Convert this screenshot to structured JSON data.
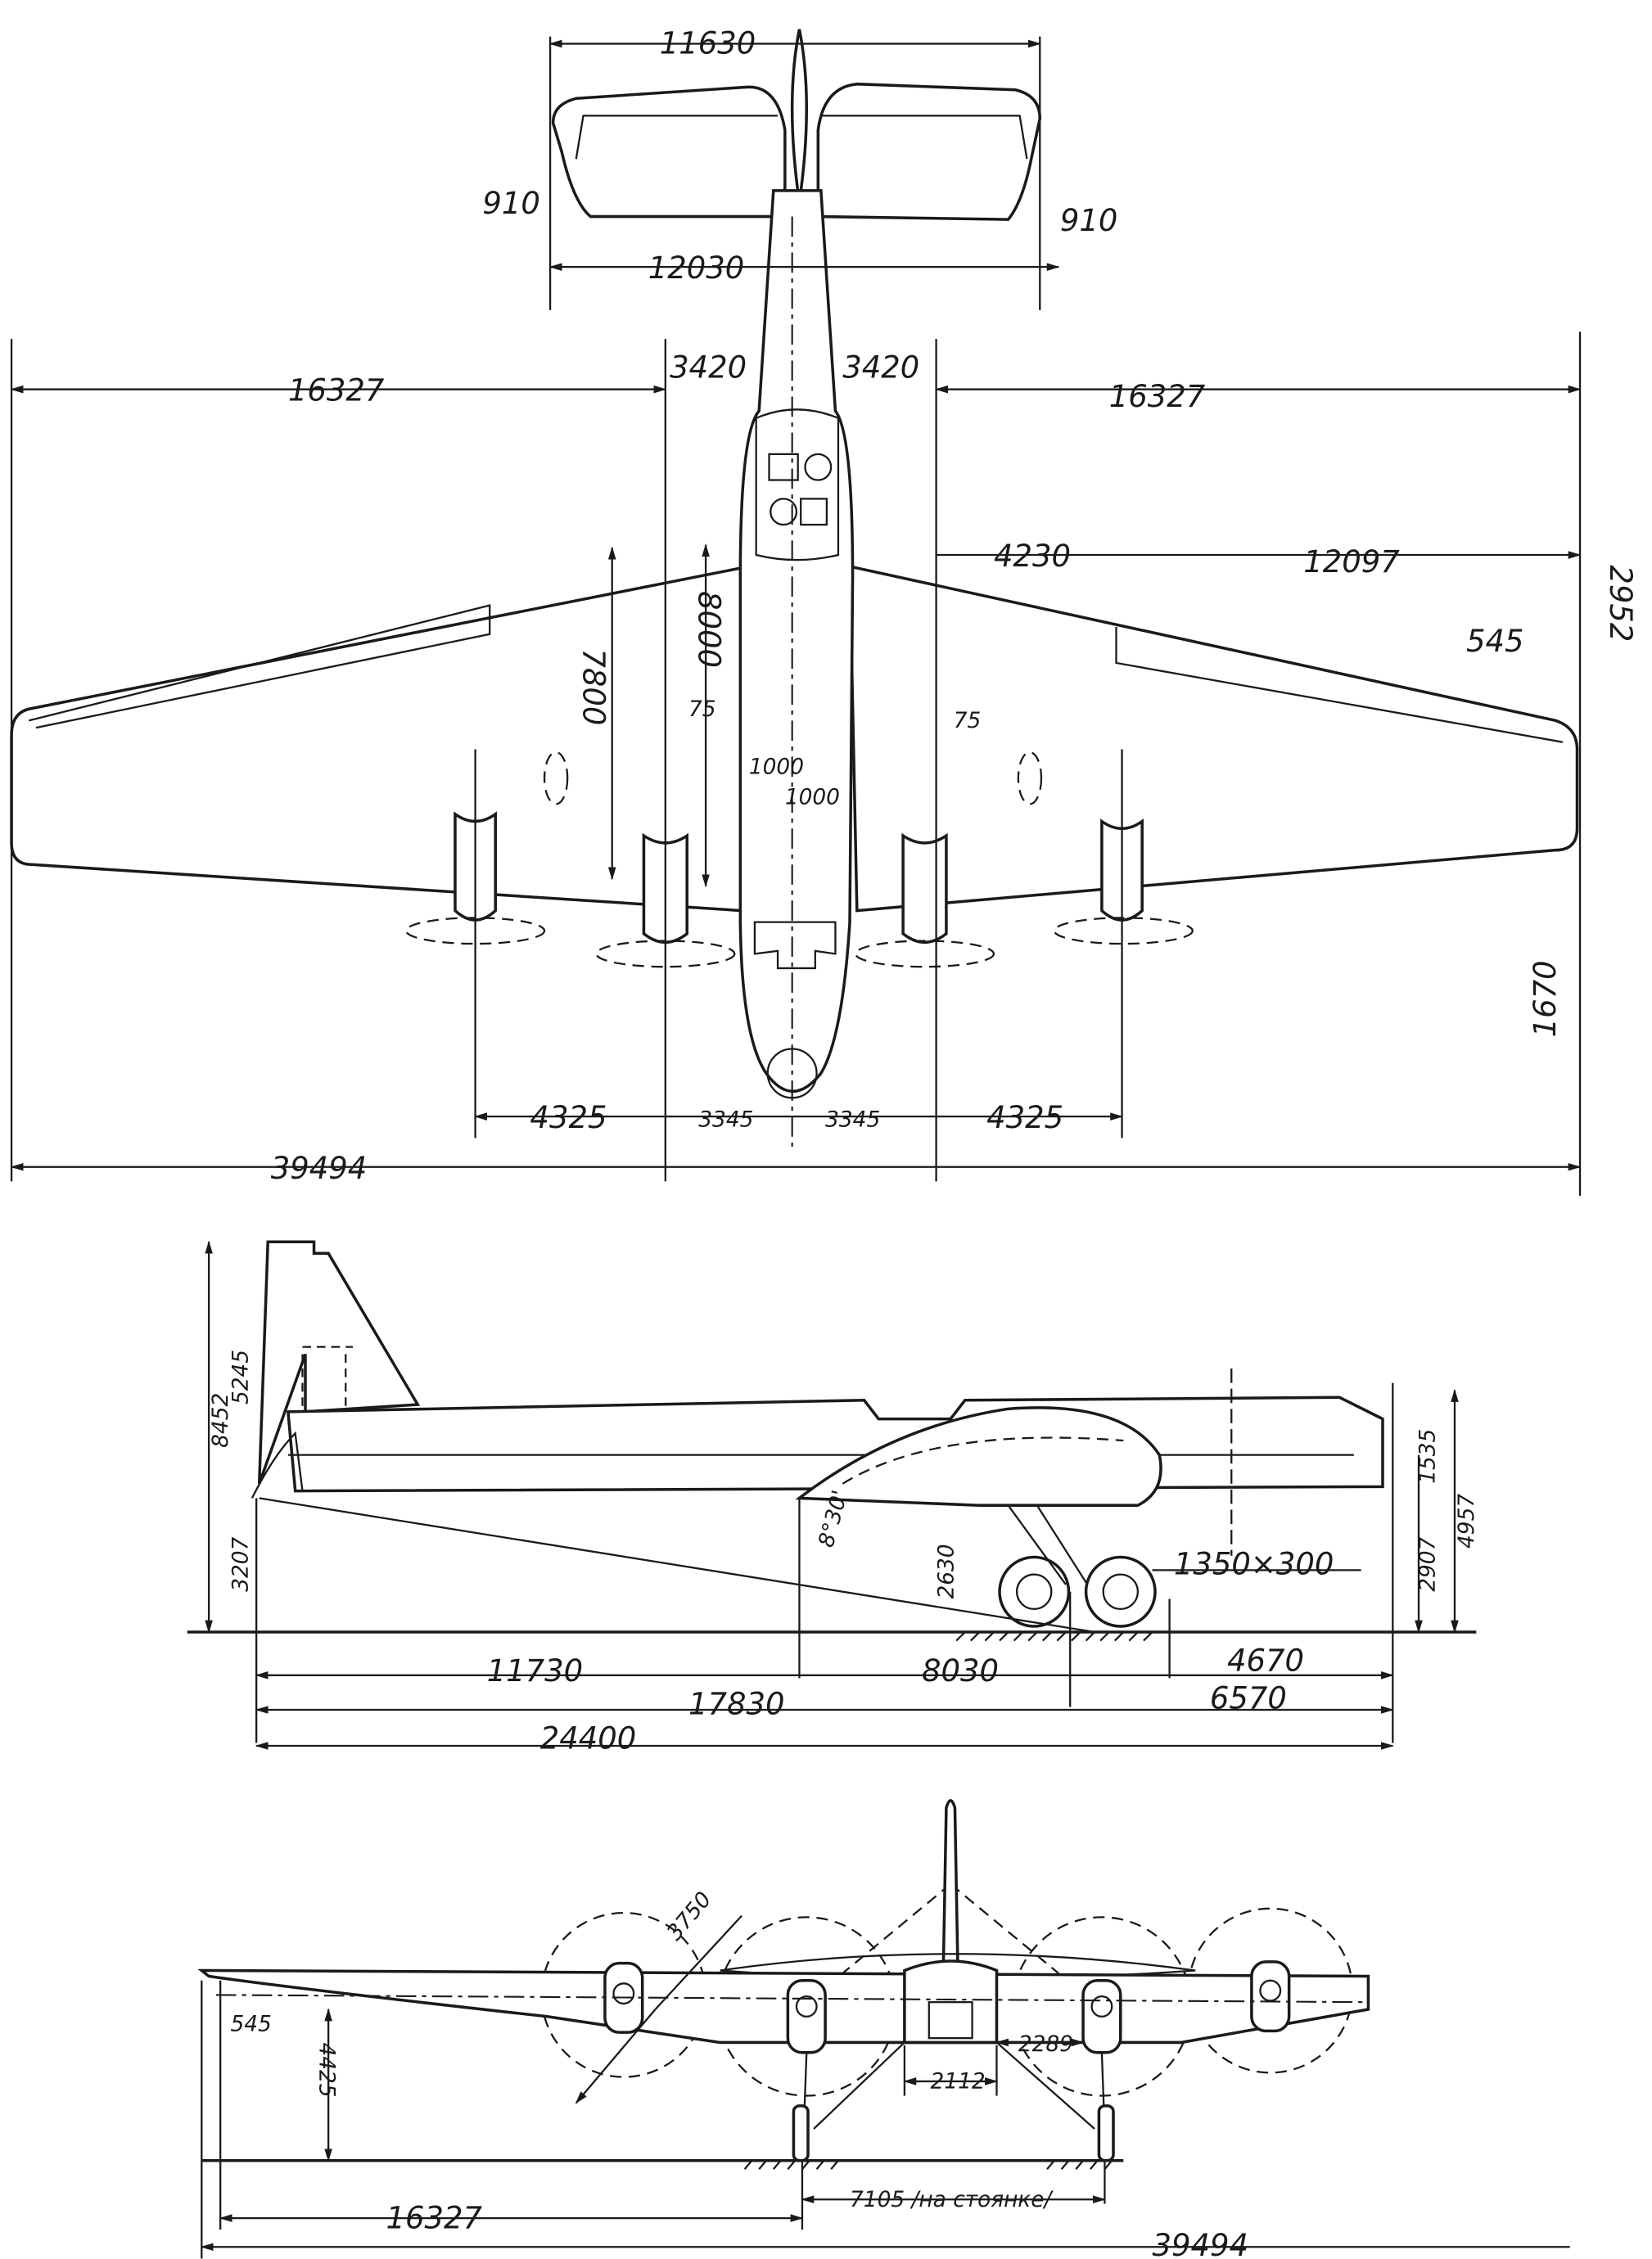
{
  "top_view": {
    "tail_span": "11630",
    "tail_span_outer": "12030",
    "elevator_left": "910",
    "elevator_right": "910",
    "half_span_left": "16327",
    "half_span_right": "16327",
    "engine_offset_left": "3420",
    "engine_offset_right": "3420",
    "aileron_inner": "4230",
    "aileron_span": "12097",
    "tip_chord_offset": "2952",
    "tip_offset": "545",
    "tip_chord": "1670",
    "chord_7800": "7800",
    "chord_8000": "8000",
    "nacelle_offset_left": "75",
    "nacelle_offset_right": "75",
    "fuselage_width_a": "1000",
    "fuselage_width_b": "1000",
    "outer_engine_left": "4325",
    "inner_engine_left": "3345",
    "inner_engine_right": "3345",
    "outer_engine_right": "4325",
    "total_span": "39494"
  },
  "side_view": {
    "overall_height": "8452",
    "fin_height": "5245",
    "tail_height": "3207",
    "wing_height": "2630",
    "tail_angle": "8°30'",
    "wheel_size": "1350×300",
    "engine_axis_height": "2907",
    "nose_height": "4957",
    "prop_offset": "1535",
    "dist_11730": "11730",
    "dist_8030": "8030",
    "dist_4670": "4670",
    "dist_17830": "17830",
    "dist_6570": "6570",
    "total_length": "24400"
  },
  "front_view": {
    "prop_diameter": "3750",
    "tip_offset": "545",
    "wing_tip_height": "4425",
    "gear_width": "2112",
    "nacelle_gap": "2289",
    "track": "7105 /на стоянке/",
    "half_span": "16327",
    "total_span": "39494"
  }
}
